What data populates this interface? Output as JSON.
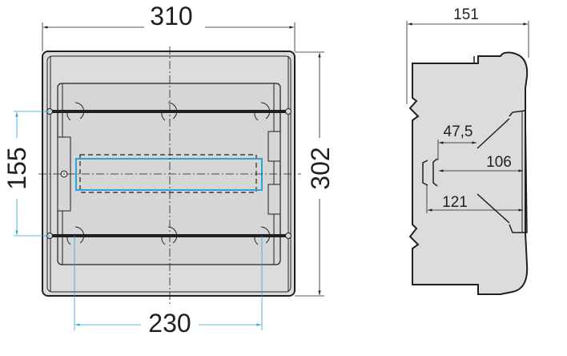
{
  "colors": {
    "body": "#dcdcdc",
    "outline": "#231f20",
    "accent": "#2aa3d8",
    "background": "#ffffff"
  },
  "front_view": {
    "width_label": "310",
    "height_label": "302",
    "rail_spacing_label": "155",
    "rail_fixing_label": "230"
  },
  "side_view": {
    "depth_label": "151",
    "dim_a_label": "47,5",
    "dim_b_label": "106",
    "dim_c_label": "121"
  }
}
